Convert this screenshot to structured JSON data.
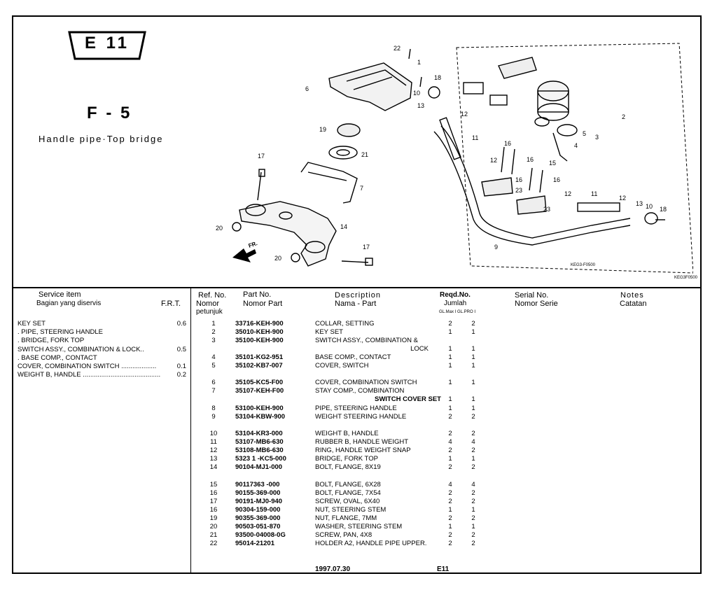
{
  "section_code": "E 11",
  "figure_code": "F - 5",
  "figure_title": "Handle pipe·Top bridge",
  "diagram_code": "KEG3-F0500",
  "diagram_corner_code": "KEG3F0500",
  "headers": {
    "service_item": "Service     item",
    "service_item_id": "Bagian yang diservis",
    "frt": "F.R.T.",
    "ref_no": "Ref. No.",
    "ref_no_id": "Nomor",
    "ref_no_id2": "petunjuk",
    "part_no": "Part  No.",
    "part_no_id": "Nomor Part",
    "description": "Description",
    "description_id": "Nama - Part",
    "reqd_no": "Reqd.No.",
    "reqd_no_id": "Jumlah",
    "reqd_cols": "GL.Max I  GL.PRO I",
    "serial_no": "Serial  No.",
    "serial_no_id": "Nomor Serie",
    "notes": "Notes",
    "notes_id": "Catatan"
  },
  "service_items": [
    {
      "label": "KEY SET",
      "frt": "0.6"
    },
    {
      "label": ". PIPE, STEERING HANDLE",
      "frt": ""
    },
    {
      "label": ". BRIDGE, FORK TOP",
      "frt": ""
    },
    {
      "label": "SWITCH ASSY., COMBINATION & LOCK..",
      "frt": "0.5"
    },
    {
      "label": ". BASE COMP., CONTACT",
      "frt": ""
    },
    {
      "label": "COVER, COMBINATION SWITCH ...................",
      "frt": "0.1"
    },
    {
      "label": "WEIGHT B, HANDLE ..........................................",
      "frt": "0.2"
    }
  ],
  "parts": [
    {
      "ref": "1",
      "part_no": "33716-KEH-900",
      "desc": "COLLAR, SETTING",
      "q1": "2",
      "q2": "2"
    },
    {
      "ref": "2",
      "part_no": "35010-KEH-900",
      "desc": "KEY SET",
      "q1": "1",
      "q2": "1"
    },
    {
      "ref": "3",
      "part_no": "35100-KEH-900",
      "desc": "SWITCH ASSY., COMBINATION &",
      "desc2": "LOCK",
      "q1": "1",
      "q2": "1"
    },
    {
      "ref": "4",
      "part_no": "35101-KG2-951",
      "desc": "BASE COMP., CONTACT",
      "q1": "1",
      "q2": "1"
    },
    {
      "ref": "5",
      "part_no": "35102-KB7-007",
      "desc": "COVER, SWITCH",
      "q1": "1",
      "q2": "1"
    },
    {
      "ref": "6",
      "part_no": "35105-KC5-F00",
      "desc": "COVER, COMBINATION SWITCH",
      "q1": "1",
      "q2": "1"
    },
    {
      "ref": "7",
      "part_no": "35107-KEH-F00",
      "desc": "STAY COMP., COMBINATION",
      "desc2": "SWITCH  COVER SET",
      "q1": "1",
      "q2": "1"
    },
    {
      "ref": "8",
      "part_no": "53100-KEH-900",
      "desc": "PIPE, STEERING HANDLE",
      "q1": "1",
      "q2": "1"
    },
    {
      "ref": "9",
      "part_no": "53104-KBW-900",
      "desc": "WEIGHT STEERING HANDLE",
      "q1": "2",
      "q2": "2"
    },
    {
      "ref": "10",
      "part_no": "53104-KR3-000",
      "desc": "WEIGHT B, HANDLE",
      "q1": "2",
      "q2": "2"
    },
    {
      "ref": "11",
      "part_no": "53107-MB6-630",
      "desc": "RUBBER B, HANDLE WEIGHT",
      "q1": "4",
      "q2": "4"
    },
    {
      "ref": "12",
      "part_no": "53108-MB6-630",
      "desc": "RING, HANDLE WEIGHT SNAP",
      "q1": "2",
      "q2": "2"
    },
    {
      "ref": "13",
      "part_no": "5323 1 -KC5-000",
      "desc": "BRIDGE, FORK TOP",
      "q1": "1",
      "q2": "1"
    },
    {
      "ref": "14",
      "part_no": "90104-MJ1-000",
      "desc": "BOLT, FLANGE, 8X19",
      "q1": "2",
      "q2": "2"
    },
    {
      "ref": "15",
      "part_no": "90117363 -000",
      "desc": "BOLT, FLANGE, 6X28",
      "q1": "4",
      "q2": "4"
    },
    {
      "ref": "16",
      "part_no": "90155-369-000",
      "desc": "BOLT, FLANGE, 7X54",
      "q1": "2",
      "q2": "2"
    },
    {
      "ref": "17",
      "part_no": "90191-MJ0-940",
      "desc": "SCREW, OVAL, 6X40",
      "q1": "2",
      "q2": "2"
    },
    {
      "ref": "16",
      "part_no": "90304-159-000",
      "desc": "NUT, STEERING STEM",
      "q1": "1",
      "q2": "1"
    },
    {
      "ref": "19",
      "part_no": "90355-369-000",
      "desc": "NUT, FLANGE, 7MM",
      "q1": "2",
      "q2": "2"
    },
    {
      "ref": "20",
      "part_no": "90503-051-870",
      "desc": "WASHER, STEERING STEM",
      "q1": "1",
      "q2": "1"
    },
    {
      "ref": "21",
      "part_no": "93500-04008-0G",
      "desc": "SCREW, PAN, 4X8",
      "q1": "2",
      "q2": "2"
    },
    {
      "ref": "22",
      "part_no": "95014-21201",
      "desc": "HOLDER A2, HANDLE PIPE UPPER.",
      "q1": "2",
      "q2": "2"
    }
  ],
  "footer": {
    "date": "1997.07.30",
    "code": "E11"
  },
  "callouts": [
    "22",
    "1",
    "18",
    "10",
    "13",
    "12",
    "11",
    "6",
    "19",
    "21",
    "17",
    "7",
    "20",
    "14",
    "17",
    "20",
    "12",
    "16",
    "16",
    "15",
    "16",
    "16",
    "23",
    "23",
    "12",
    "11",
    "12",
    "13",
    "10",
    "18",
    "9",
    "2",
    "5",
    "3",
    "4"
  ]
}
